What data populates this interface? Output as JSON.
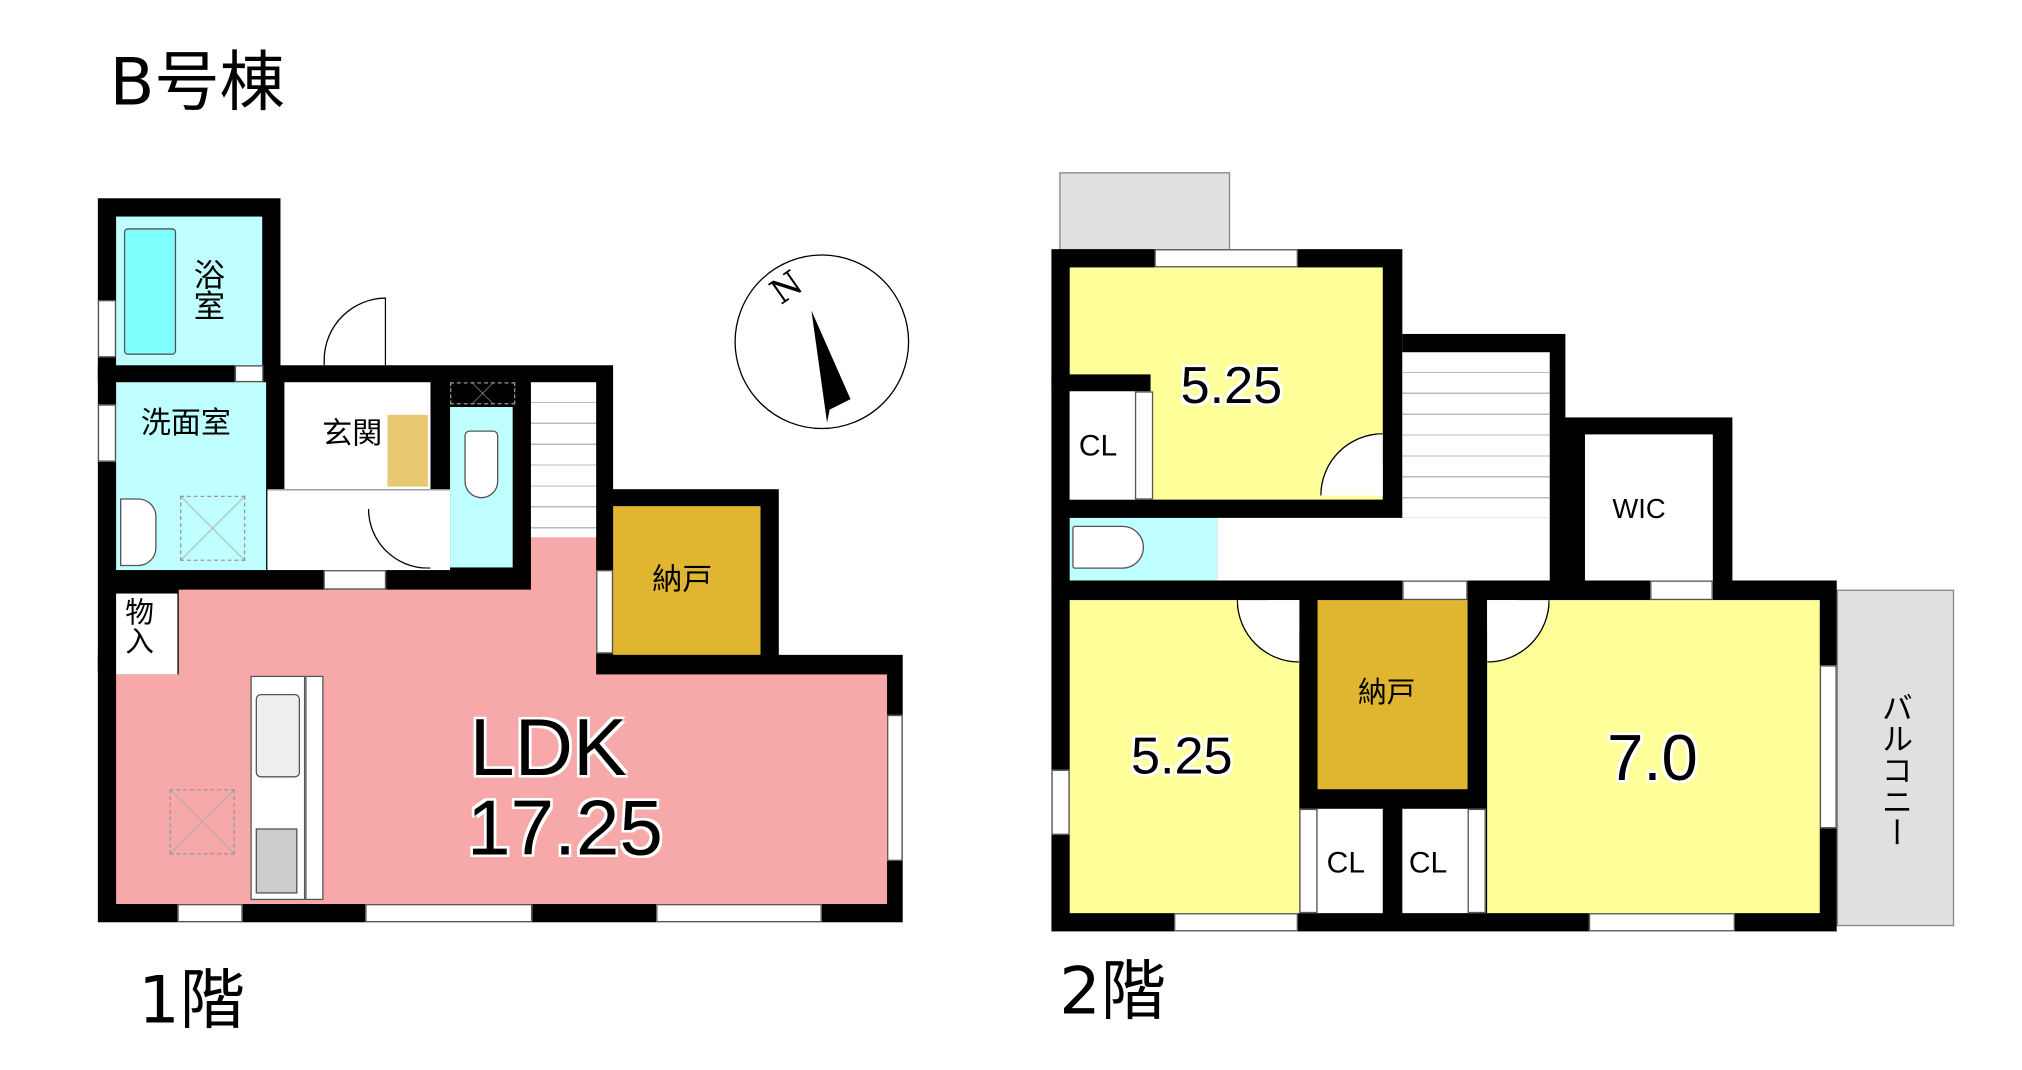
{
  "title": "B号棟",
  "floor1": {
    "label": "1階",
    "rooms": {
      "bath": "浴室",
      "washroom": "洗面室",
      "entrance": "玄関",
      "storage": "納戸",
      "closet": "物入",
      "ldk_name": "LDK",
      "ldk_size": "17.25"
    }
  },
  "floor2": {
    "label": "2階",
    "rooms": {
      "room_top_size": "5.25",
      "room_top_closet": "CL",
      "wic": "WIC",
      "room_left_size": "5.25",
      "storage": "納戸",
      "room_right_size": "7.0",
      "closet_a": "CL",
      "closet_b": "CL",
      "balcony": "バルコニー"
    }
  },
  "compass": {
    "label": "N"
  },
  "colors": {
    "wet": "#BFFFFF",
    "ldk": "#F7A8A8",
    "storage": "#E0B530",
    "bedroom": "#FFFF99",
    "balcony": "#E0E0E0"
  }
}
